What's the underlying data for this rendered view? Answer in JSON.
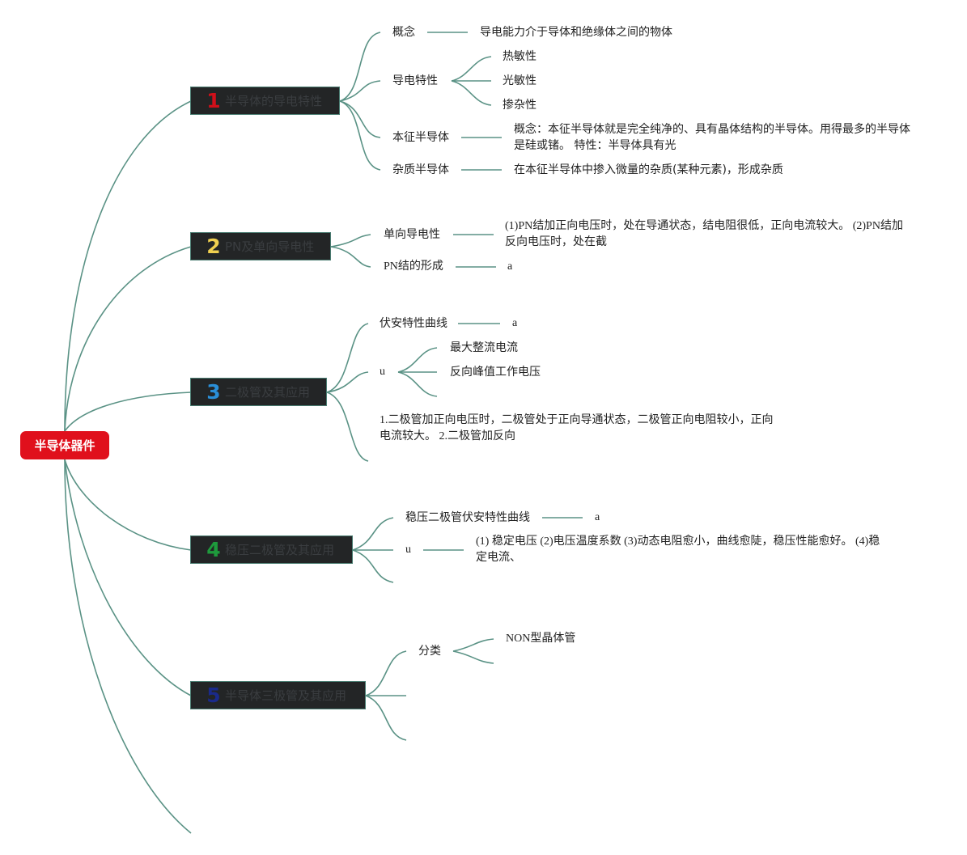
{
  "root": {
    "label": "半导体器件",
    "color": "#e0101c"
  },
  "branches": [
    {
      "number": "1",
      "number_color": "#d0101a",
      "label": "半导体的导电特性",
      "children": [
        {
          "label": "概念",
          "detail": "导电能力介于导体和绝缘体之间的物体"
        },
        {
          "label": "导电特性",
          "items": [
            "热敏性",
            "光敏性",
            "掺杂性"
          ]
        },
        {
          "label": "本征半导体",
          "detail": "概念：本征半导体就是完全纯净的、具有晶体结构的半导体。用得最多的半导体是硅或锗。 特性：半导体具有光"
        },
        {
          "label": "杂质半导体",
          "detail": "在本征半导体中掺入微量的杂质(某种元素)，形成杂质"
        }
      ]
    },
    {
      "number": "2",
      "number_color": "#f0d050",
      "label": "PN及单向导电性",
      "children": [
        {
          "label": "单向导电性",
          "detail": "(1)PN结加正向电压时，处在导通状态，结电阻很低，正向电流较大。 (2)PN结加反向电压时，处在截"
        },
        {
          "label": "PN结的形成",
          "detail": "a"
        }
      ]
    },
    {
      "number": "3",
      "number_color": "#2a8fd8",
      "label": "二极管及其应用",
      "children": [
        {
          "label": "伏安特性曲线",
          "detail": "a"
        },
        {
          "label": "u",
          "items": [
            "最大整流电流",
            "反向峰值工作电压"
          ]
        },
        {
          "label": "1.二极管加正向电压时，二极管处于正向导通状态，二极管正向电阻较小，正向电流较大。 2.二极管加反向"
        }
      ]
    },
    {
      "number": "4",
      "number_color": "#1e9a3c",
      "label": "稳压二极管及其应用",
      "children": [
        {
          "label": "稳压二极管伏安特性曲线",
          "detail": "a"
        },
        {
          "label": "u",
          "detail": "(1) 稳定电压 (2)电压温度系数 (3)动态电阻愈小，曲线愈陡，稳压性能愈好。 (4)稳定电流、"
        }
      ]
    },
    {
      "number": "5",
      "number_color": "#1a2a8a",
      "label": "半导体三极管及其应用",
      "children": [
        {
          "label": "分类",
          "items": [
            "NON型晶体管"
          ]
        }
      ]
    }
  ],
  "colors": {
    "connector": "#5a9285",
    "branch_bg": "#232526",
    "branch_text": "#3a3d40"
  }
}
